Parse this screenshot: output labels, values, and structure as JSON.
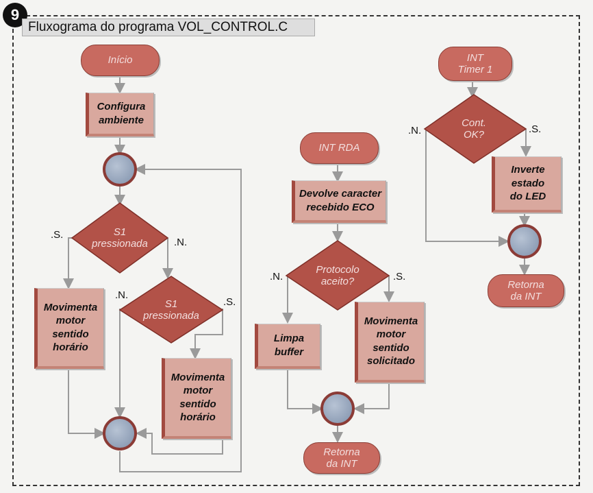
{
  "figure": {
    "number": "9",
    "title": "Fluxograma do programa VOL_CONTROL.C"
  },
  "main_flow": {
    "start": "Início",
    "configure": [
      "Configura",
      "ambiente"
    ],
    "decision1": [
      "S1",
      "pressionada"
    ],
    "decision2": [
      "S1",
      "pressionada"
    ],
    "move_left": [
      "Movimenta",
      "motor",
      "sentido",
      "horário"
    ],
    "move_right": [
      "Movimenta",
      "motor",
      "sentido",
      "horário"
    ],
    "d1_yes": ".S.",
    "d1_no": ".N.",
    "d2_no": ".N.",
    "d2_yes": ".S."
  },
  "rda_flow": {
    "start": "INT RDA",
    "echo": [
      "Devolve caracter",
      "recebido ECO"
    ],
    "decision": [
      "Protocolo",
      "aceito?"
    ],
    "clear": [
      "Limpa",
      "buffer"
    ],
    "move": [
      "Movimenta",
      "motor",
      "sentido",
      "solicitado"
    ],
    "end": [
      "Retorna",
      "da INT"
    ],
    "d_no": ".N.",
    "d_yes": ".S."
  },
  "timer_flow": {
    "start": [
      "INT",
      "Timer 1"
    ],
    "decision": [
      "Cont.",
      "OK?"
    ],
    "toggle": [
      "Inverte",
      "estado",
      "do LED"
    ],
    "end": [
      "Retorna",
      "da INT"
    ],
    "d_no": ".N.",
    "d_yes": ".S."
  },
  "colors": {
    "terminal": "#c86a60",
    "process": "#d9a89e",
    "decision": "#b25248",
    "connector": "#9aa9bf",
    "connector_ring": "#8b3b36",
    "line": "#9a9a9a"
  }
}
